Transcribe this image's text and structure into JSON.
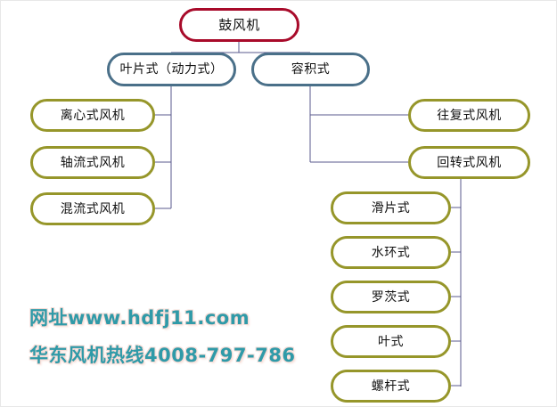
{
  "diagram": {
    "title_node": {
      "label": "鼓风机",
      "color": "#a80a2a"
    },
    "level_two": [
      {
        "label": "叶片式（动力式）",
        "color": "#4a7089"
      },
      {
        "label": "容积式",
        "color": "#4a7089"
      }
    ],
    "vane_children": [
      {
        "label": "离心式风机",
        "color": "#96962a"
      },
      {
        "label": "轴流式风机",
        "color": "#96962a"
      },
      {
        "label": "混流式风机",
        "color": "#96962a"
      }
    ],
    "volumetric_children": [
      {
        "label": "往复式风机",
        "color": "#96962a"
      },
      {
        "label": "回转式风机",
        "color": "#96962a"
      }
    ],
    "rotary_children": [
      {
        "label": "滑片式",
        "color": "#96962a"
      },
      {
        "label": "水环式",
        "color": "#96962a"
      },
      {
        "label": "罗茨式",
        "color": "#96962a"
      },
      {
        "label": "叶式",
        "color": "#96962a"
      },
      {
        "label": "螺杆式",
        "color": "#96962a"
      }
    ],
    "edge_color": "#5a5a8c"
  },
  "watermark": {
    "line1": "网址www.hdfj11.com",
    "line2": "华东风机热线4008-797-786",
    "color": "#2f9aa8"
  }
}
